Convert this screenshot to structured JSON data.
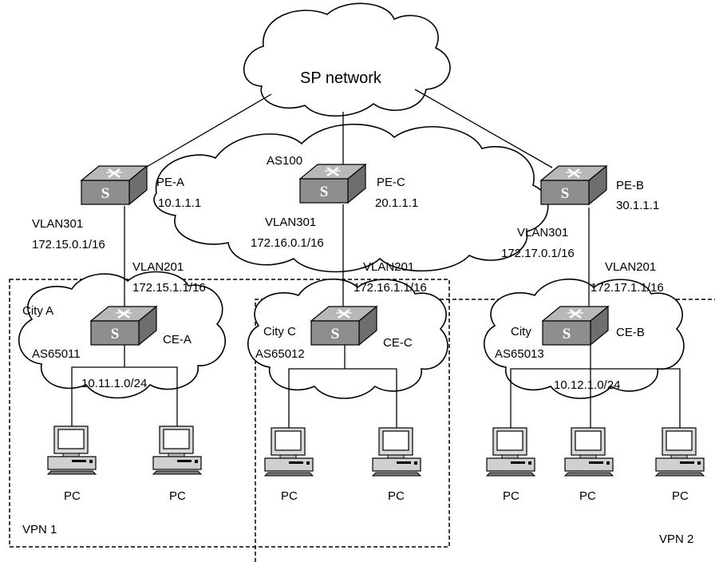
{
  "sp_network": "SP network",
  "as_backbone": "AS100",
  "pe": [
    {
      "name": "PE-A",
      "ip": "10.1.1.1",
      "vlan": "VLAN301",
      "vlan_ip": "172.15.0.1/16"
    },
    {
      "name": "PE-C",
      "ip": "20.1.1.1",
      "vlan": "VLAN301",
      "vlan_ip": "172.16.0.1/16"
    },
    {
      "name": "PE-B",
      "ip": "30.1.1.1",
      "vlan": "VLAN301",
      "vlan_ip": "172.17.0.1/16"
    }
  ],
  "ce": [
    {
      "name": "CE-A",
      "city": "City A",
      "as": "AS65011",
      "vlan": "VLAN201",
      "vlan_ip": "172.15.1.1/16",
      "subnet": "10.11.1.0/24"
    },
    {
      "name": "CE-C",
      "city": "City C",
      "as": "AS65012",
      "vlan": "VLAN201",
      "vlan_ip": "172.16.1.1/16",
      "subnet": ""
    },
    {
      "name": "CE-B",
      "city": "City",
      "as": "AS65013",
      "vlan": "VLAN201",
      "vlan_ip": "172.17.1.1/16",
      "subnet": "10.12.1.0/24"
    }
  ],
  "pc_label": "PC",
  "vpn1": "VPN 1",
  "vpn2": "VPN 2",
  "switch_glyph": "S"
}
